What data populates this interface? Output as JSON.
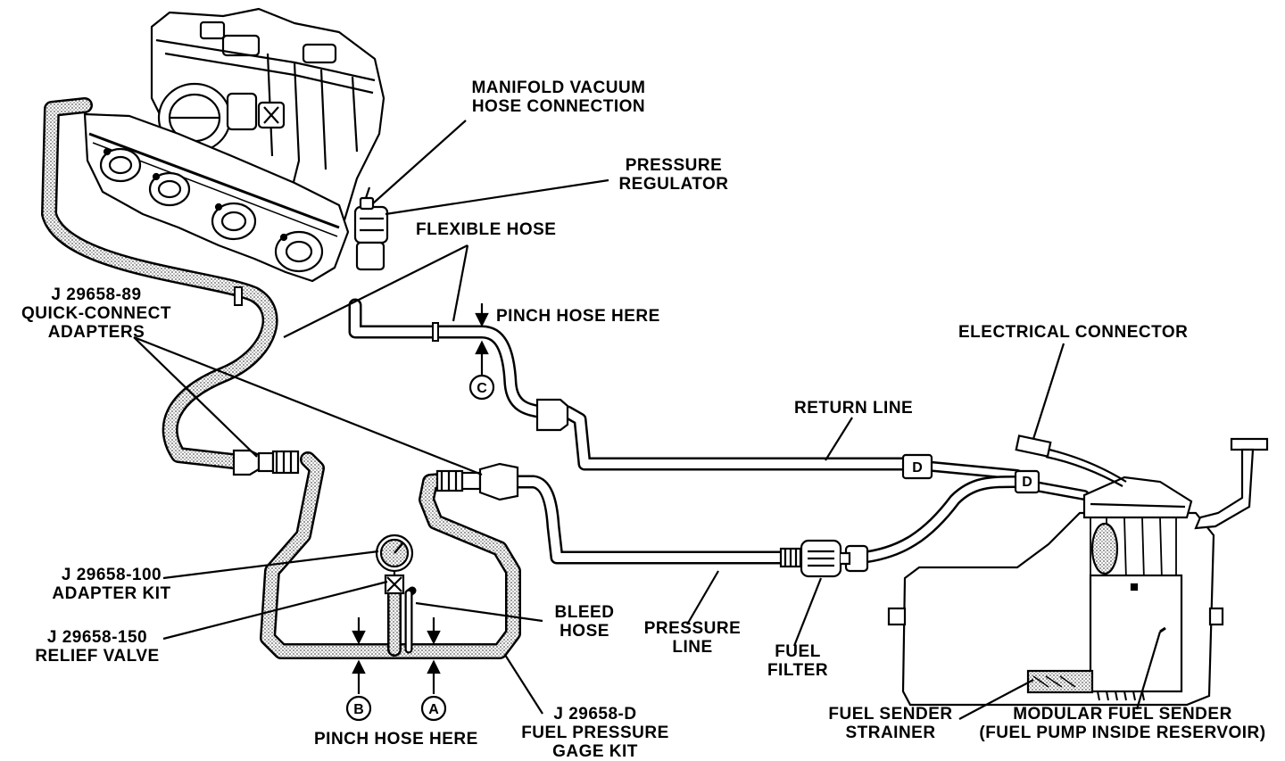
{
  "colors": {
    "ink": "#000000",
    "paper": "#ffffff",
    "hose_fill": "#cfcfcf"
  },
  "labels": {
    "manifold_vacuum": [
      "MANIFOLD VACUUM",
      "HOSE CONNECTION"
    ],
    "pressure_regulator": [
      "PRESSURE",
      "REGULATOR"
    ],
    "flexible_hose": "FLEXIBLE HOSE",
    "pinch_hose_top": "PINCH HOSE HERE",
    "quick_connect": [
      "J 29658-89",
      "QUICK-CONNECT",
      "ADAPTERS"
    ],
    "electrical_connector": "ELECTRICAL CONNECTOR",
    "return_line": "RETURN LINE",
    "adapter_kit": [
      "J 29658-100",
      "ADAPTER KIT"
    ],
    "relief_valve": [
      "J 29658-150",
      "RELIEF VALVE"
    ],
    "bleed_hose": [
      "BLEED",
      "HOSE"
    ],
    "pressure_line": [
      "PRESSURE",
      "LINE"
    ],
    "fuel_filter": [
      "FUEL",
      "FILTER"
    ],
    "gage_kit": [
      "J 29658-D",
      "FUEL PRESSURE",
      "GAGE KIT"
    ],
    "pinch_hose_bottom": "PINCH HOSE HERE",
    "fuel_sender_strainer": [
      "FUEL SENDER",
      "STRAINER"
    ],
    "modular_fuel_sender": [
      "MODULAR FUEL SENDER",
      "(FUEL PUMP INSIDE RESERVOIR)"
    ]
  },
  "callouts": {
    "a": "A",
    "b": "B",
    "c": "C",
    "d1": "D",
    "d2": "D"
  }
}
